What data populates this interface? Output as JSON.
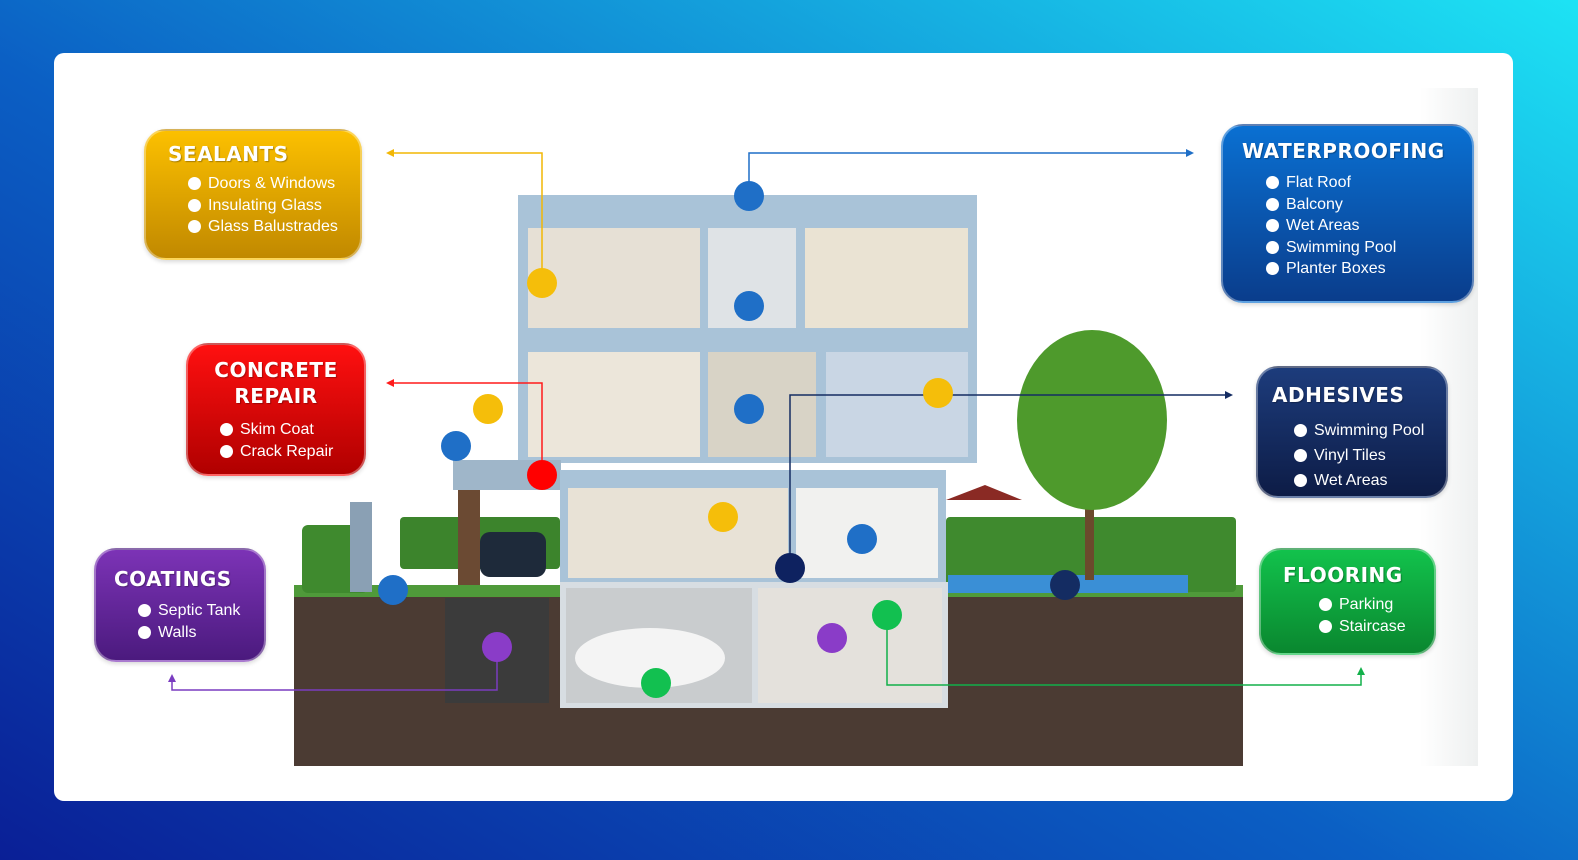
{
  "categories": [
    {
      "id": "sealants",
      "title": "SEALANTS",
      "items": [
        "Doors & Windows",
        "Insulating Glass",
        "Glass Balustrades"
      ],
      "color": "#f2b705"
    },
    {
      "id": "concrete-repair",
      "title_lines": [
        "CONCRETE",
        "REPAIR"
      ],
      "items": [
        "Skim Coat",
        "Crack Repair"
      ],
      "color": "#ff0000"
    },
    {
      "id": "coatings",
      "title": "COATINGS",
      "items": [
        "Septic Tank",
        "Walls"
      ],
      "color": "#6c2aa6"
    },
    {
      "id": "waterproofing",
      "title": "WATERPROOFING",
      "items": [
        "Flat Roof",
        "Balcony",
        "Wet Areas",
        "Swimming Pool",
        "Planter Boxes"
      ],
      "color": "#0b5ab8"
    },
    {
      "id": "adhesives",
      "title": "ADHESIVES",
      "items": [
        "Swimming Pool",
        "Vinyl Tiles",
        "Wet Areas"
      ],
      "color": "#142c62"
    },
    {
      "id": "flooring",
      "title": "FLOORING",
      "items": [
        "Parking",
        "Staircase"
      ],
      "color": "#0daa40"
    }
  ]
}
